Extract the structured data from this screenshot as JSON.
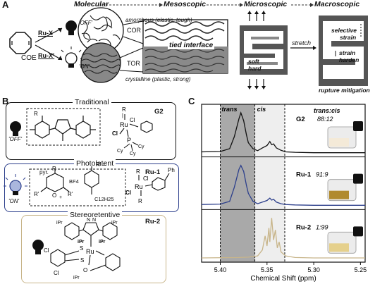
{
  "panel_a": {
    "label": "A",
    "scales": [
      "Molecular",
      "Mesoscopic",
      "Microscopic",
      "Macroscopic"
    ],
    "monomer": "COE",
    "cat_off": "Ru-X",
    "cat_on": "Ru-X'",
    "state_off": "'OFF'",
    "state_on": "'ON'",
    "cor": "COR",
    "tor": "TOR",
    "amorphous": "amorphous (elastic, tough)",
    "crystalline": "crystalline (plastic, strong)",
    "tied_interface": "tied interface",
    "soft": "soft",
    "hard": "hard",
    "stretch": "stretch",
    "selective_strain_1": "selective",
    "selective_strain_2": "strain",
    "strain_harden_1": "strain",
    "strain_harden_2": "harden",
    "rupture": "rupture mitigation"
  },
  "panel_b": {
    "label": "B",
    "traditional": {
      "title": "Traditional",
      "name": "G2",
      "state": "'OFF'"
    },
    "photolatent": {
      "title": "Photolatent",
      "name": "Ru-1",
      "state": "'ON'",
      "pyr": "pyr.",
      "anion": "BF4",
      "alkyl": "C12H25",
      "r": "R",
      "rprime": "R'"
    },
    "stereoretentive": {
      "title": "Stereoretentive",
      "name": "Ru-2"
    }
  },
  "panel_c": {
    "label": "C",
    "trans_label": "trans",
    "cis_label": "cis",
    "ratio_header": "trans:cis",
    "samples": [
      {
        "name": "G2",
        "ratio": "88:12"
      },
      {
        "name": "Ru-1",
        "ratio": "91:9"
      },
      {
        "name": "Ru-2",
        "ratio": "1:99"
      }
    ],
    "colors": {
      "G2": "#111111",
      "Ru-1": "#2c3f8c",
      "Ru-2": "#c8b58a",
      "trans_band": "#a9a9a9",
      "cis_band": "#eeeeee"
    }
  },
  "chart_data": {
    "type": "line",
    "title": "",
    "xlabel": "Chemical Shift (ppm)",
    "ylabel": "",
    "xlim": [
      5.42,
      5.245
    ],
    "x_ticks": [
      "5.40",
      "5.35",
      "5.30",
      "5.25"
    ],
    "x_tick_values": [
      5.4,
      5.35,
      5.3,
      5.25
    ],
    "regions": [
      {
        "name": "trans",
        "from": 5.4,
        "to": 5.363
      },
      {
        "name": "cis",
        "from": 5.363,
        "to": 5.331
      }
    ],
    "series": [
      {
        "name": "G2",
        "x": [
          5.42,
          5.4,
          5.39,
          5.385,
          5.38,
          5.378,
          5.375,
          5.372,
          5.37,
          5.365,
          5.36,
          5.355,
          5.35,
          5.347,
          5.345,
          5.343,
          5.34,
          5.335,
          5.33,
          5.32,
          5.3,
          5.245
        ],
        "y": [
          0.02,
          0.03,
          0.1,
          0.4,
          0.85,
          1.0,
          0.8,
          0.45,
          0.25,
          0.1,
          0.05,
          0.12,
          0.18,
          0.28,
          0.2,
          0.22,
          0.12,
          0.06,
          0.02,
          0.01,
          0.0,
          0.0
        ]
      },
      {
        "name": "Ru-1",
        "x": [
          5.42,
          5.4,
          5.39,
          5.385,
          5.38,
          5.378,
          5.375,
          5.372,
          5.37,
          5.365,
          5.36,
          5.355,
          5.35,
          5.347,
          5.345,
          5.343,
          5.34,
          5.335,
          5.33,
          5.32,
          5.3,
          5.245
        ],
        "y": [
          0.02,
          0.03,
          0.1,
          0.45,
          0.9,
          1.0,
          0.85,
          0.5,
          0.3,
          0.1,
          0.04,
          0.08,
          0.12,
          0.18,
          0.13,
          0.15,
          0.08,
          0.04,
          0.02,
          0.01,
          0.0,
          0.0
        ]
      },
      {
        "name": "Ru-2",
        "x": [
          5.42,
          5.38,
          5.37,
          5.36,
          5.355,
          5.352,
          5.35,
          5.348,
          5.347,
          5.345,
          5.343,
          5.341,
          5.339,
          5.337,
          5.335,
          5.33,
          5.32,
          5.3,
          5.245
        ],
        "y": [
          0.0,
          0.01,
          0.02,
          0.05,
          0.2,
          0.55,
          0.3,
          0.75,
          0.4,
          1.0,
          0.45,
          0.7,
          0.25,
          0.4,
          0.15,
          0.05,
          0.01,
          0.0,
          0.0
        ]
      }
    ]
  }
}
